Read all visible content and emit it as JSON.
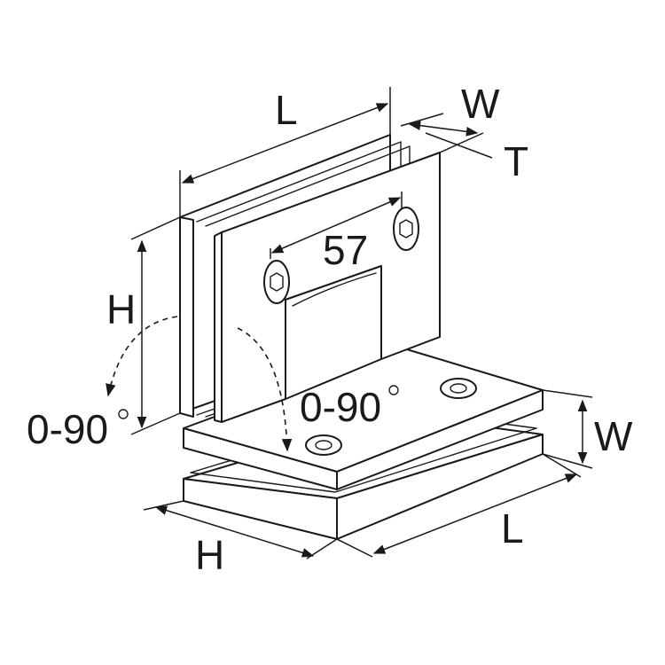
{
  "labels": {
    "top_length": "L",
    "top_width": "W",
    "thickness": "T",
    "hole_spacing": "57",
    "left_height": "H",
    "left_angle": "0-90",
    "center_angle": "0-90",
    "right_width": "W",
    "bottom_height": "H",
    "bottom_length": "L"
  },
  "colors": {
    "ink": "#1a1a1a",
    "paper": "#ffffff"
  }
}
